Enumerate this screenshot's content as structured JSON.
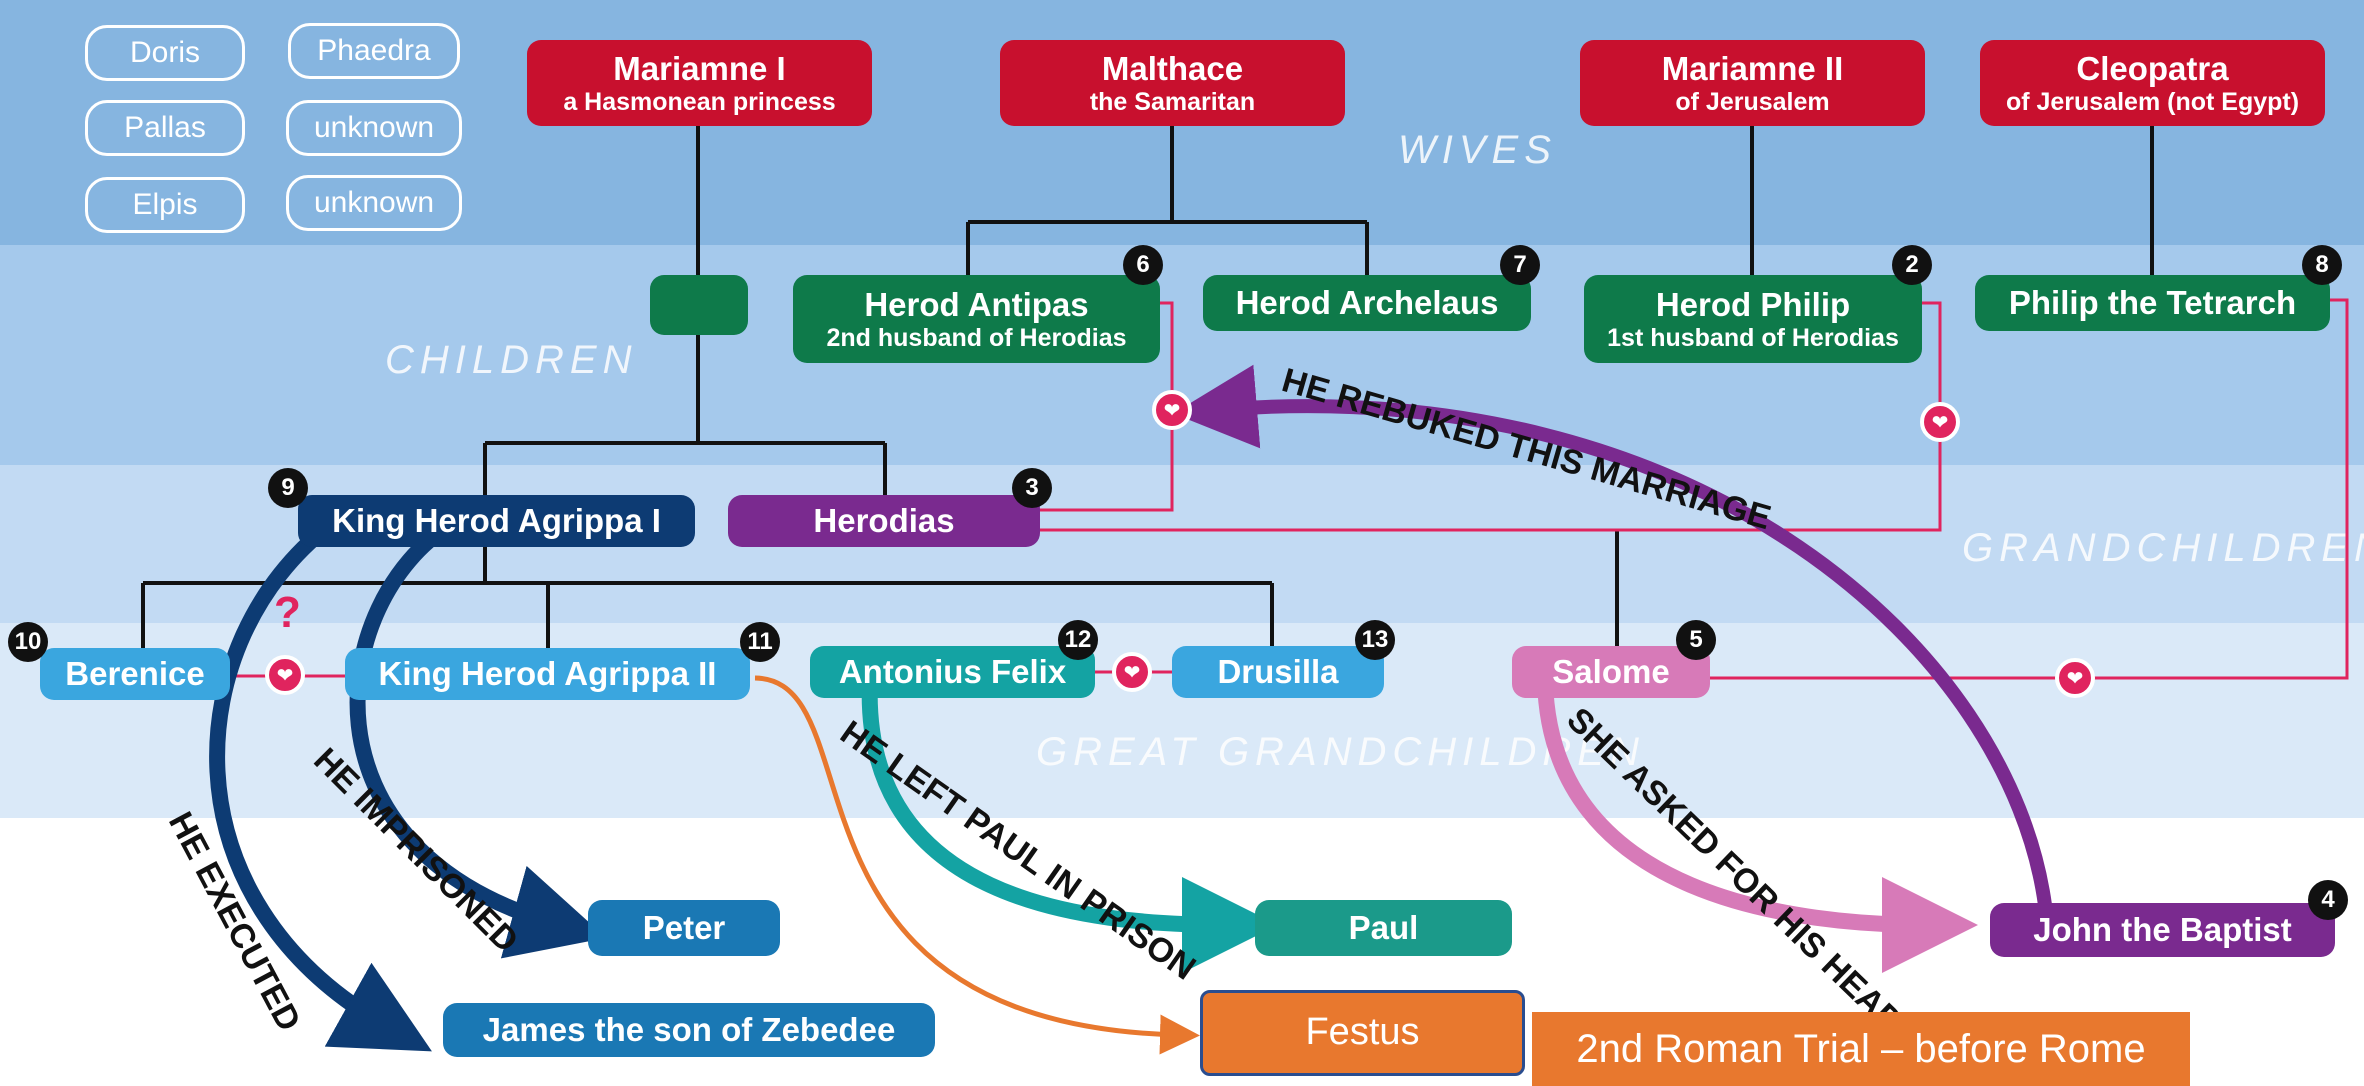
{
  "generations": {
    "wives": "WIVES",
    "children": "CHILDREN",
    "grandchildren": "GRANDCHILDREN",
    "great_grandchildren": "GREAT GRANDCHILDREN"
  },
  "other_wives": [
    "Doris",
    "Phaedra",
    "Pallas",
    "unknown",
    "Elpis",
    "unknown"
  ],
  "wives": {
    "mariamne1": {
      "name": "Mariamne I",
      "sub": "a Hasmonean princess"
    },
    "malthace": {
      "name": "Malthace",
      "sub": "the Samaritan"
    },
    "mariamne2": {
      "name": "Mariamne II",
      "sub": "of Jerusalem"
    },
    "cleopatra": {
      "name": "Cleopatra",
      "sub": "of Jerusalem (not Egypt)"
    }
  },
  "children": {
    "antipas": {
      "name": "Herod Antipas",
      "sub": "2nd husband of Herodias",
      "num": "6"
    },
    "archelaus": {
      "name": "Herod Archelaus",
      "num": "7"
    },
    "philip": {
      "name": "Herod Philip",
      "sub": "1st husband of Herodias",
      "num": "2"
    },
    "tetrarch": {
      "name": "Philip the Tetrarch",
      "num": "8"
    }
  },
  "grandchildren": {
    "agrippa1": {
      "name": "King Herod Agrippa I",
      "num": "9"
    },
    "herodias": {
      "name": "Herodias",
      "num": "3"
    }
  },
  "great_grandchildren": {
    "berenice": {
      "name": "Berenice",
      "num": "10"
    },
    "agrippa2": {
      "name": "King Herod Agrippa II",
      "num": "11"
    },
    "felix": {
      "name": "Antonius Felix",
      "num": "12"
    },
    "drusilla": {
      "name": "Drusilla",
      "num": "13"
    },
    "salome": {
      "name": "Salome",
      "num": "5"
    }
  },
  "others": {
    "peter": "Peter",
    "james": "James the son of Zebedee",
    "paul": "Paul",
    "john": {
      "name": "John the Baptist",
      "num": "4"
    },
    "festus": "Festus",
    "trial": "2nd Roman Trial – before Rome"
  },
  "question_mark": "?",
  "arrow_labels": {
    "rebuked": "HE REBUKED THIS MARRIAGE",
    "executed": "HE EXECUTED",
    "imprisoned": "HE IMPRISONED",
    "left_paul": "HE LEFT PAUL IN PRISON",
    "asked": "SHE ASKED FOR HIS HEAD"
  },
  "colors": {
    "wives": "#c8102e",
    "children": "#0e7a4a",
    "agrippa": "#0d3b73",
    "herodias": "#7a2a8f",
    "great_grandchildren": "#3aa6df",
    "felix": "#14a3a3",
    "salome": "#d77ab8",
    "festus": "#e8782e",
    "heart": "#e0245e"
  },
  "icons": {
    "heart": "heart-icon",
    "badge": "number-badge"
  }
}
